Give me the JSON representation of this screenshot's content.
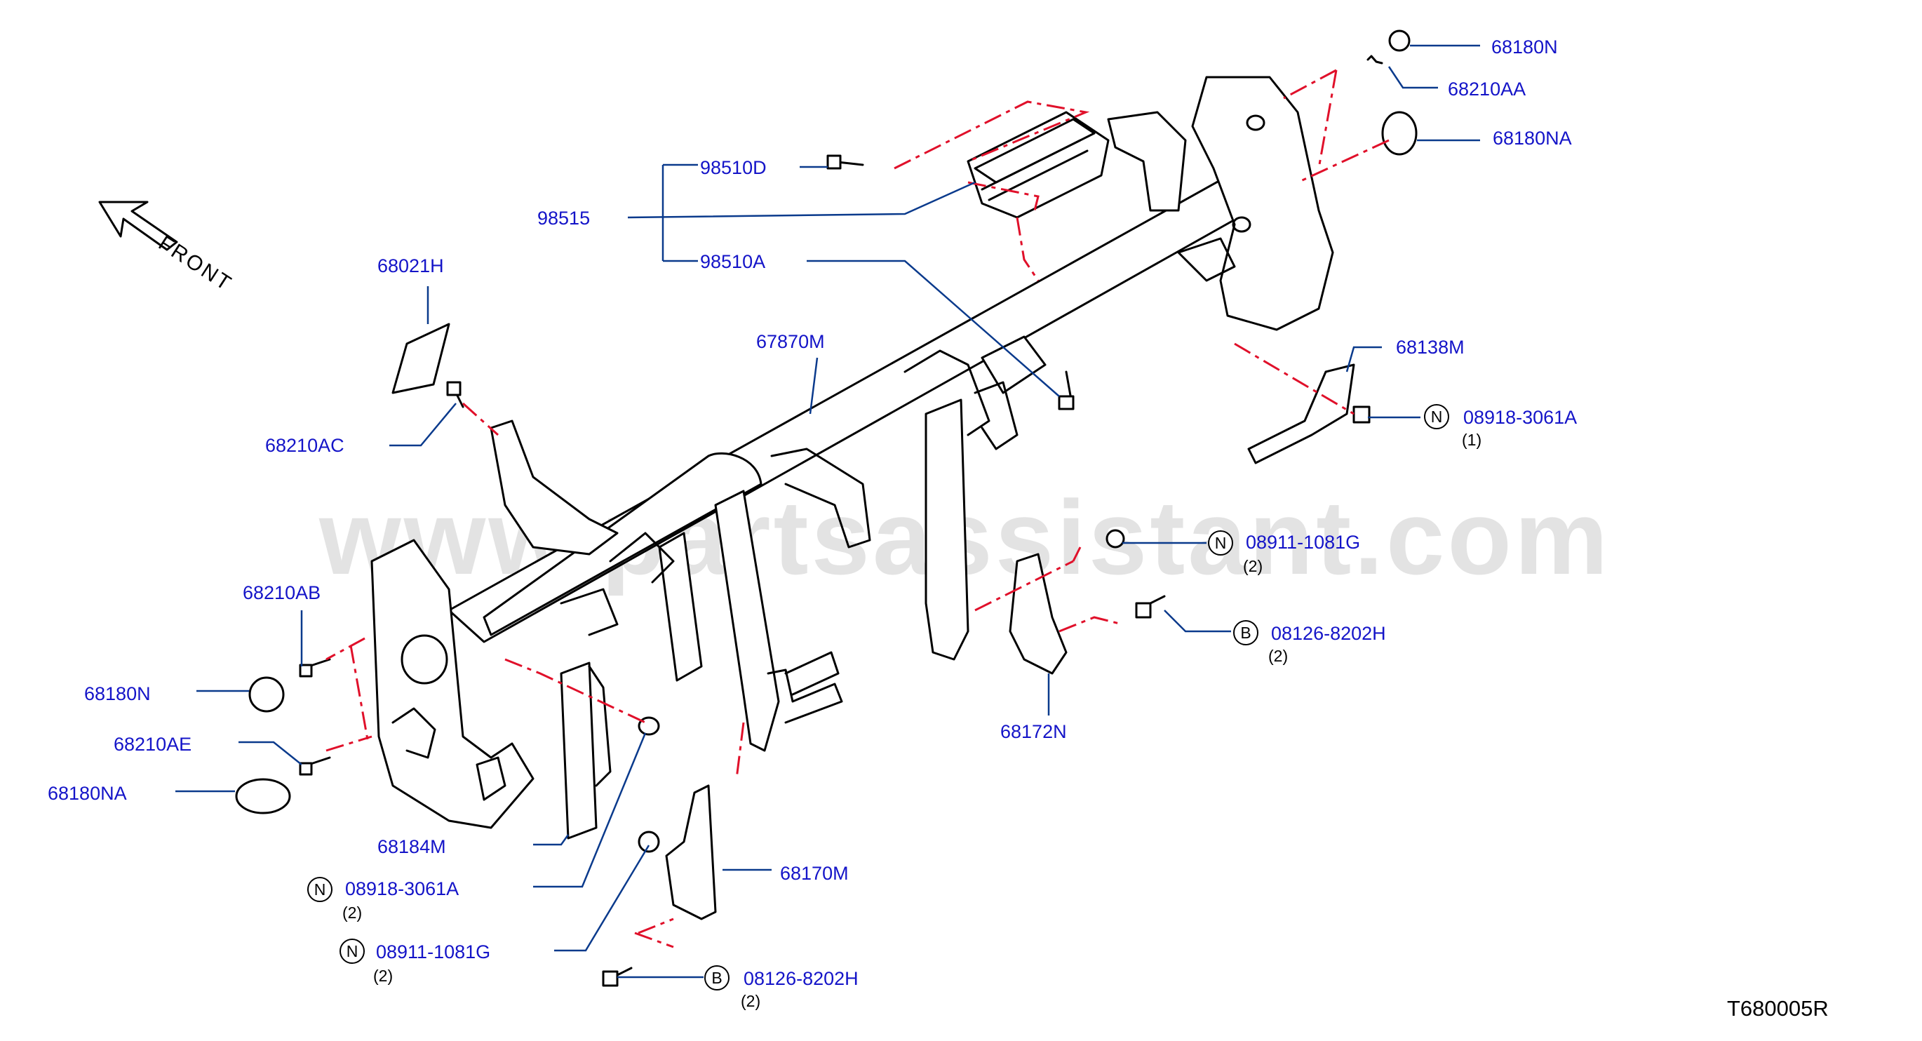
{
  "diagram_code": "T680005R",
  "front_label": "FRONT",
  "watermark": "www.partsassistant.com",
  "colors": {
    "label": "#1414c8",
    "leader": "#0a3a8c",
    "phantom": "#e0102a",
    "line": "#000000"
  },
  "parts": {
    "p68180N_top": "68180N",
    "p68210AA": "68210AA",
    "p68180NA_top": "68180NA",
    "p98510D": "98510D",
    "p98515": "98515",
    "p98510A": "98510A",
    "p68021H": "68021H",
    "p67870M": "67870M",
    "p68138M": "68138M",
    "p08918_right": "08918-3061A",
    "p68210AC": "68210AC",
    "p08911_right": "08911-1081G",
    "p08126_right": "08126-8202H",
    "p68210AB": "68210AB",
    "p68180N_left": "68180N",
    "p68210AE": "68210AE",
    "p68180NA_left": "68180NA",
    "p68172N": "68172N",
    "p68184M": "68184M",
    "p08918_left": "08918-3061A",
    "p68170M": "68170M",
    "p08911_left": "08911-1081G",
    "p08126_left": "08126-8202H"
  },
  "quantities": {
    "q08918_right": "(1)",
    "q08911_right": "(2)",
    "q08126_right": "(2)",
    "q08918_left": "(2)",
    "q08911_left": "(2)",
    "q08126_left": "(2)"
  },
  "badges": {
    "n08918_right": "N",
    "n08911_right": "N",
    "b08126_right": "B",
    "n08918_left": "N",
    "n08911_left": "N",
    "b08126_left": "B"
  }
}
